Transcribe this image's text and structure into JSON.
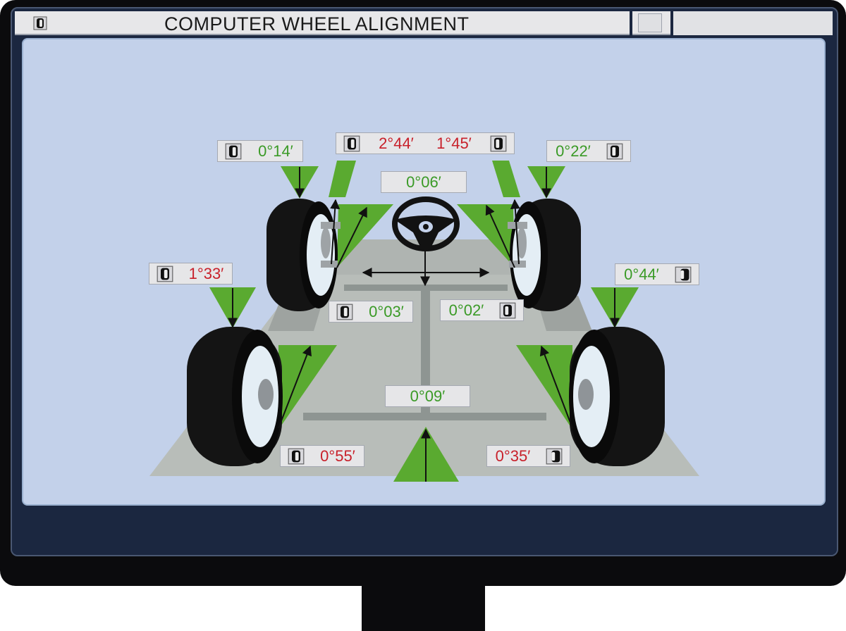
{
  "window": {
    "title": "COMPUTER WHEEL ALIGNMENT"
  },
  "colors": {
    "good": "#3a9a26",
    "out_of_range": "#c8202a",
    "screen_bg": "#c3d1ea",
    "indicator": "#5aaa30"
  },
  "readouts": {
    "front_left_camber": {
      "value": "0°14′",
      "status": "good",
      "icon": "wheel-icon"
    },
    "front_left_toe": {
      "value": "2°44′",
      "status": "out_of_range",
      "icon": "wheel-icon"
    },
    "front_right_toe": {
      "value": "1°45′",
      "status": "out_of_range",
      "icon": "wheel-icon"
    },
    "front_right_camber": {
      "value": "0°22′",
      "status": "good",
      "icon": "wheel-icon"
    },
    "steering_center": {
      "value": "0°06′",
      "status": "good"
    },
    "rear_left_camber": {
      "value": "1°33′",
      "status": "out_of_range",
      "icon": "wheel-icon"
    },
    "rear_right_camber": {
      "value": "0°44′",
      "status": "good",
      "icon": "wheel-icon"
    },
    "front_left_secondary": {
      "value": "0°03′",
      "status": "good",
      "icon": "wheel-icon"
    },
    "front_right_secondary": {
      "value": "0°02′",
      "status": "good",
      "icon": "wheel-icon"
    },
    "thrust_angle": {
      "value": "0°09′",
      "status": "good"
    },
    "rear_left_toe": {
      "value": "0°55′",
      "status": "out_of_range",
      "icon": "wheel-icon"
    },
    "rear_right_toe": {
      "value": "0°35′",
      "status": "out_of_range",
      "icon": "wheel-icon"
    }
  }
}
